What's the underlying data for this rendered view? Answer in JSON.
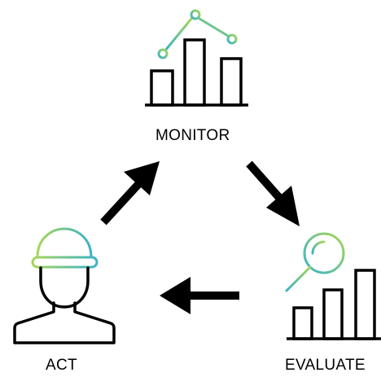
{
  "labels": {
    "monitor": "MONITOR",
    "evaluate": "EVALUATE",
    "act": "ACT"
  },
  "icons": {
    "monitor": "line-and-bar-chart-icon",
    "evaluate": "magnifier-bar-chart-icon",
    "act": "worker-hardhat-icon"
  },
  "colors": {
    "stroke": "#000000",
    "gradient_start": "#3bb3c7",
    "gradient_end": "#a6d65a",
    "arrow": "#000000",
    "background": "#ffffff"
  }
}
